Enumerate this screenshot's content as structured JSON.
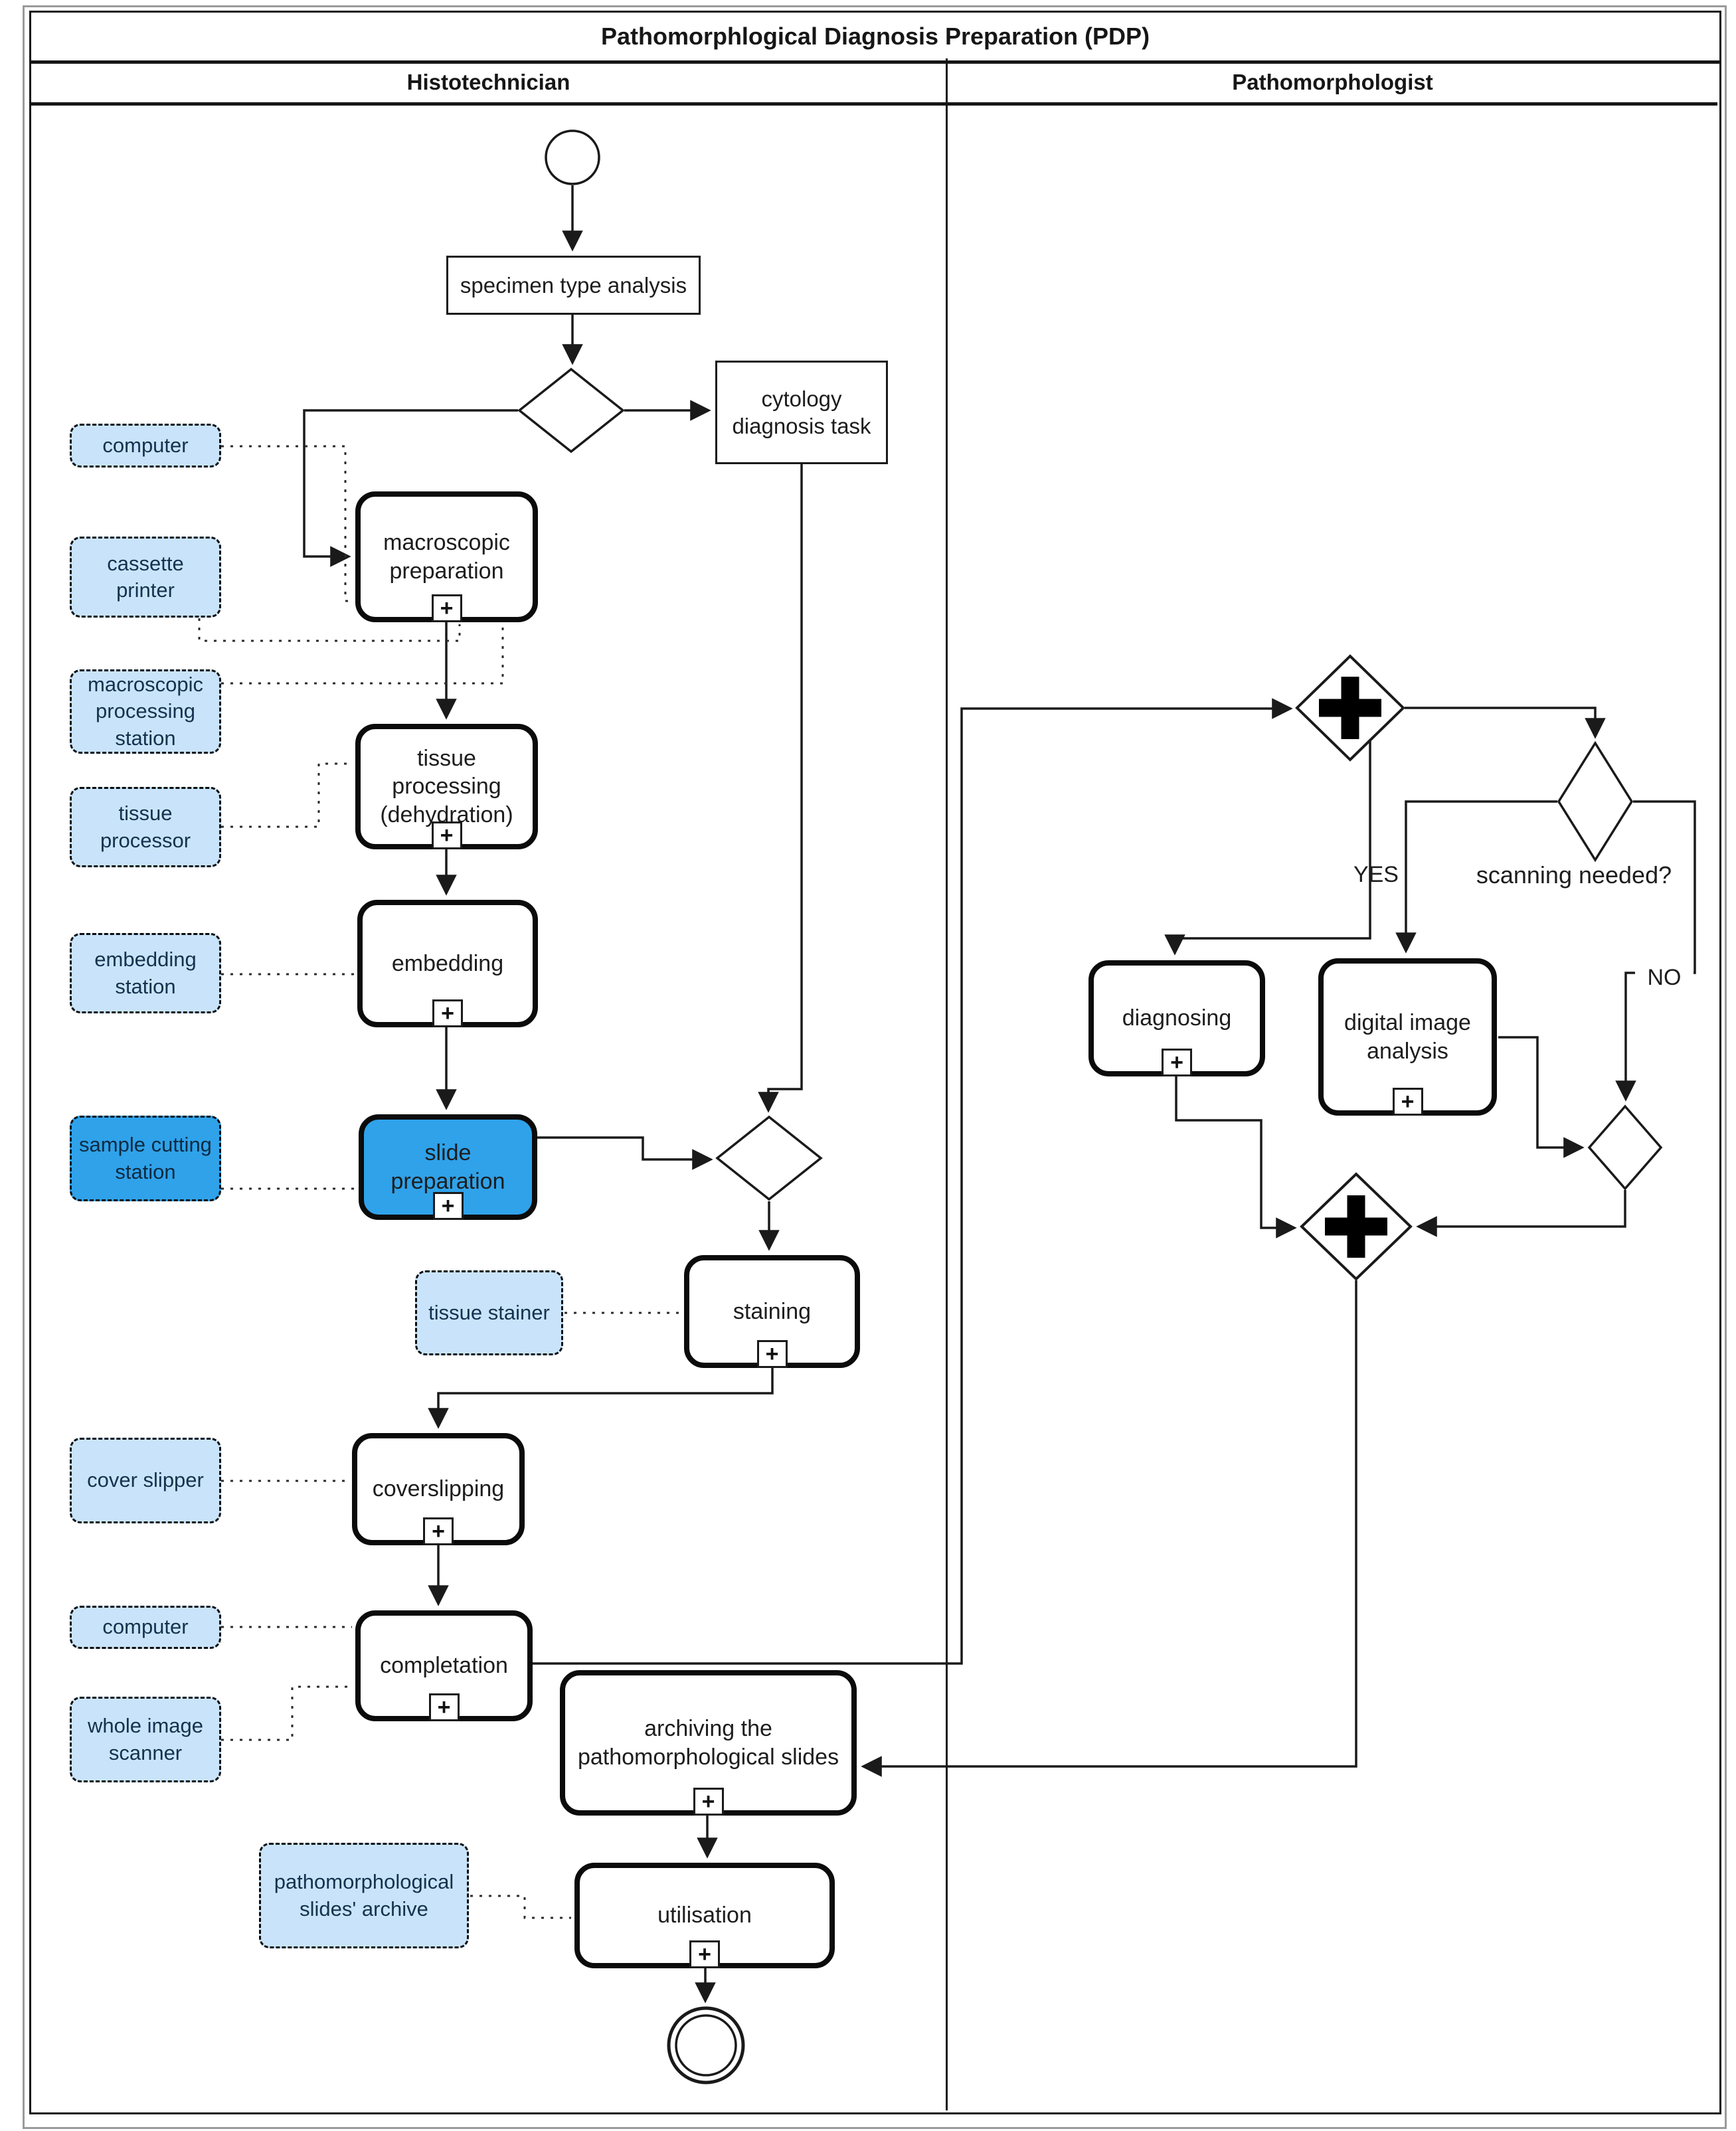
{
  "diagram": {
    "title": "Pathomorphlogical Diagnosis Preparation (PDP)",
    "lanes": [
      {
        "label": "Histotechnician"
      },
      {
        "label": "Pathomorphologist"
      }
    ]
  },
  "tasks": {
    "specimen": {
      "label": "specimen type analysis"
    },
    "cytology": {
      "label": "cytology diagnosis task"
    },
    "macroscopic": {
      "label": "macroscopic preparation"
    },
    "tissue_processing": {
      "label": "tissue processing (dehydration)"
    },
    "embedding": {
      "label": "embedding"
    },
    "slide_preparation": {
      "label": "slide preparation"
    },
    "staining": {
      "label": "staining"
    },
    "coverslipping": {
      "label": "coverslipping"
    },
    "completation": {
      "label": "completation"
    },
    "archiving": {
      "label": "archiving the pathomorphological slides"
    },
    "utilisation": {
      "label": "utilisation"
    },
    "diagnosing": {
      "label": "diagnosing"
    },
    "digital_image_analysis": {
      "label": "digital image analysis"
    }
  },
  "resources": {
    "computer1": {
      "label": "computer"
    },
    "cassette_printer": {
      "label": "cassette printer"
    },
    "macro_station": {
      "label": "macroscopic processing station"
    },
    "tissue_processor": {
      "label": "tissue processor"
    },
    "embedding_station": {
      "label": "embedding station"
    },
    "sample_cutting_station": {
      "label": "sample cutting station"
    },
    "tissue_stainer": {
      "label": "tissue stainer"
    },
    "cover_slipper": {
      "label": "cover slipper"
    },
    "computer2": {
      "label": "computer"
    },
    "whole_image_scanner": {
      "label": "whole image scanner"
    },
    "slides_archive": {
      "label": "pathomorphological slides' archive"
    }
  },
  "edge_labels": {
    "yes": "YES",
    "no": "NO",
    "scanning_question": "scanning needed?"
  },
  "marker": {
    "subprocess": "+"
  },
  "colors": {
    "highlight_fill": "#2FA2EA",
    "resource_fill": "#C9E4FA",
    "line": "#1a1a1a"
  }
}
